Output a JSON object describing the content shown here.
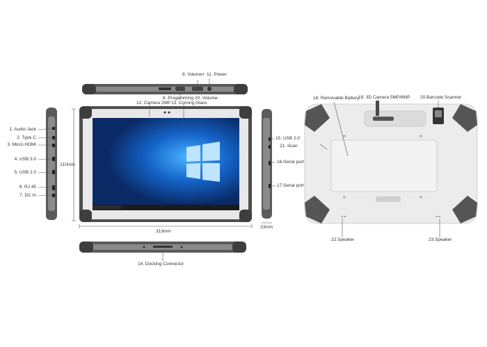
{
  "callouts": {
    "audio_jack": "1. Audio Jack",
    "type_c": "2. Type C",
    "micro_hdmi": "3. Micro HDMI",
    "usb30": "4. USB 3.0",
    "usb20_left": "5. USB 2.0",
    "rj45": "6. RJ 45",
    "dc_in": "7. DC In",
    "programming": "8. Progamming",
    "volume_up": "9. Volume+",
    "volume_down": "10. Volume-",
    "power": "11. Power",
    "camera_2mp": "12. Camera 2MP",
    "coming_glass": "13. Coming Glass",
    "docking_connector": "14. Docking Connector",
    "usb20_right": "15. USB 2.0",
    "serial_port_16": "16.Serial port",
    "serial_port_17": "17.Serial port",
    "removable_battery": "18. Removable Battery",
    "camera_3d": "19. 3D Camera 5MP/8MP",
    "barcode_scanner": "20.Barcode Scanner",
    "scan": "21. Scan",
    "speaker_left": "22.Speaker",
    "speaker_right": "23.Speaker"
  },
  "dimensions": {
    "height": "210mm",
    "width": "313mm",
    "depth": "23mm"
  },
  "colors": {
    "rubber": "#5a5a5a",
    "shell": "#e6e6e6",
    "screen": "#0a3d91",
    "back": "#ececec"
  }
}
